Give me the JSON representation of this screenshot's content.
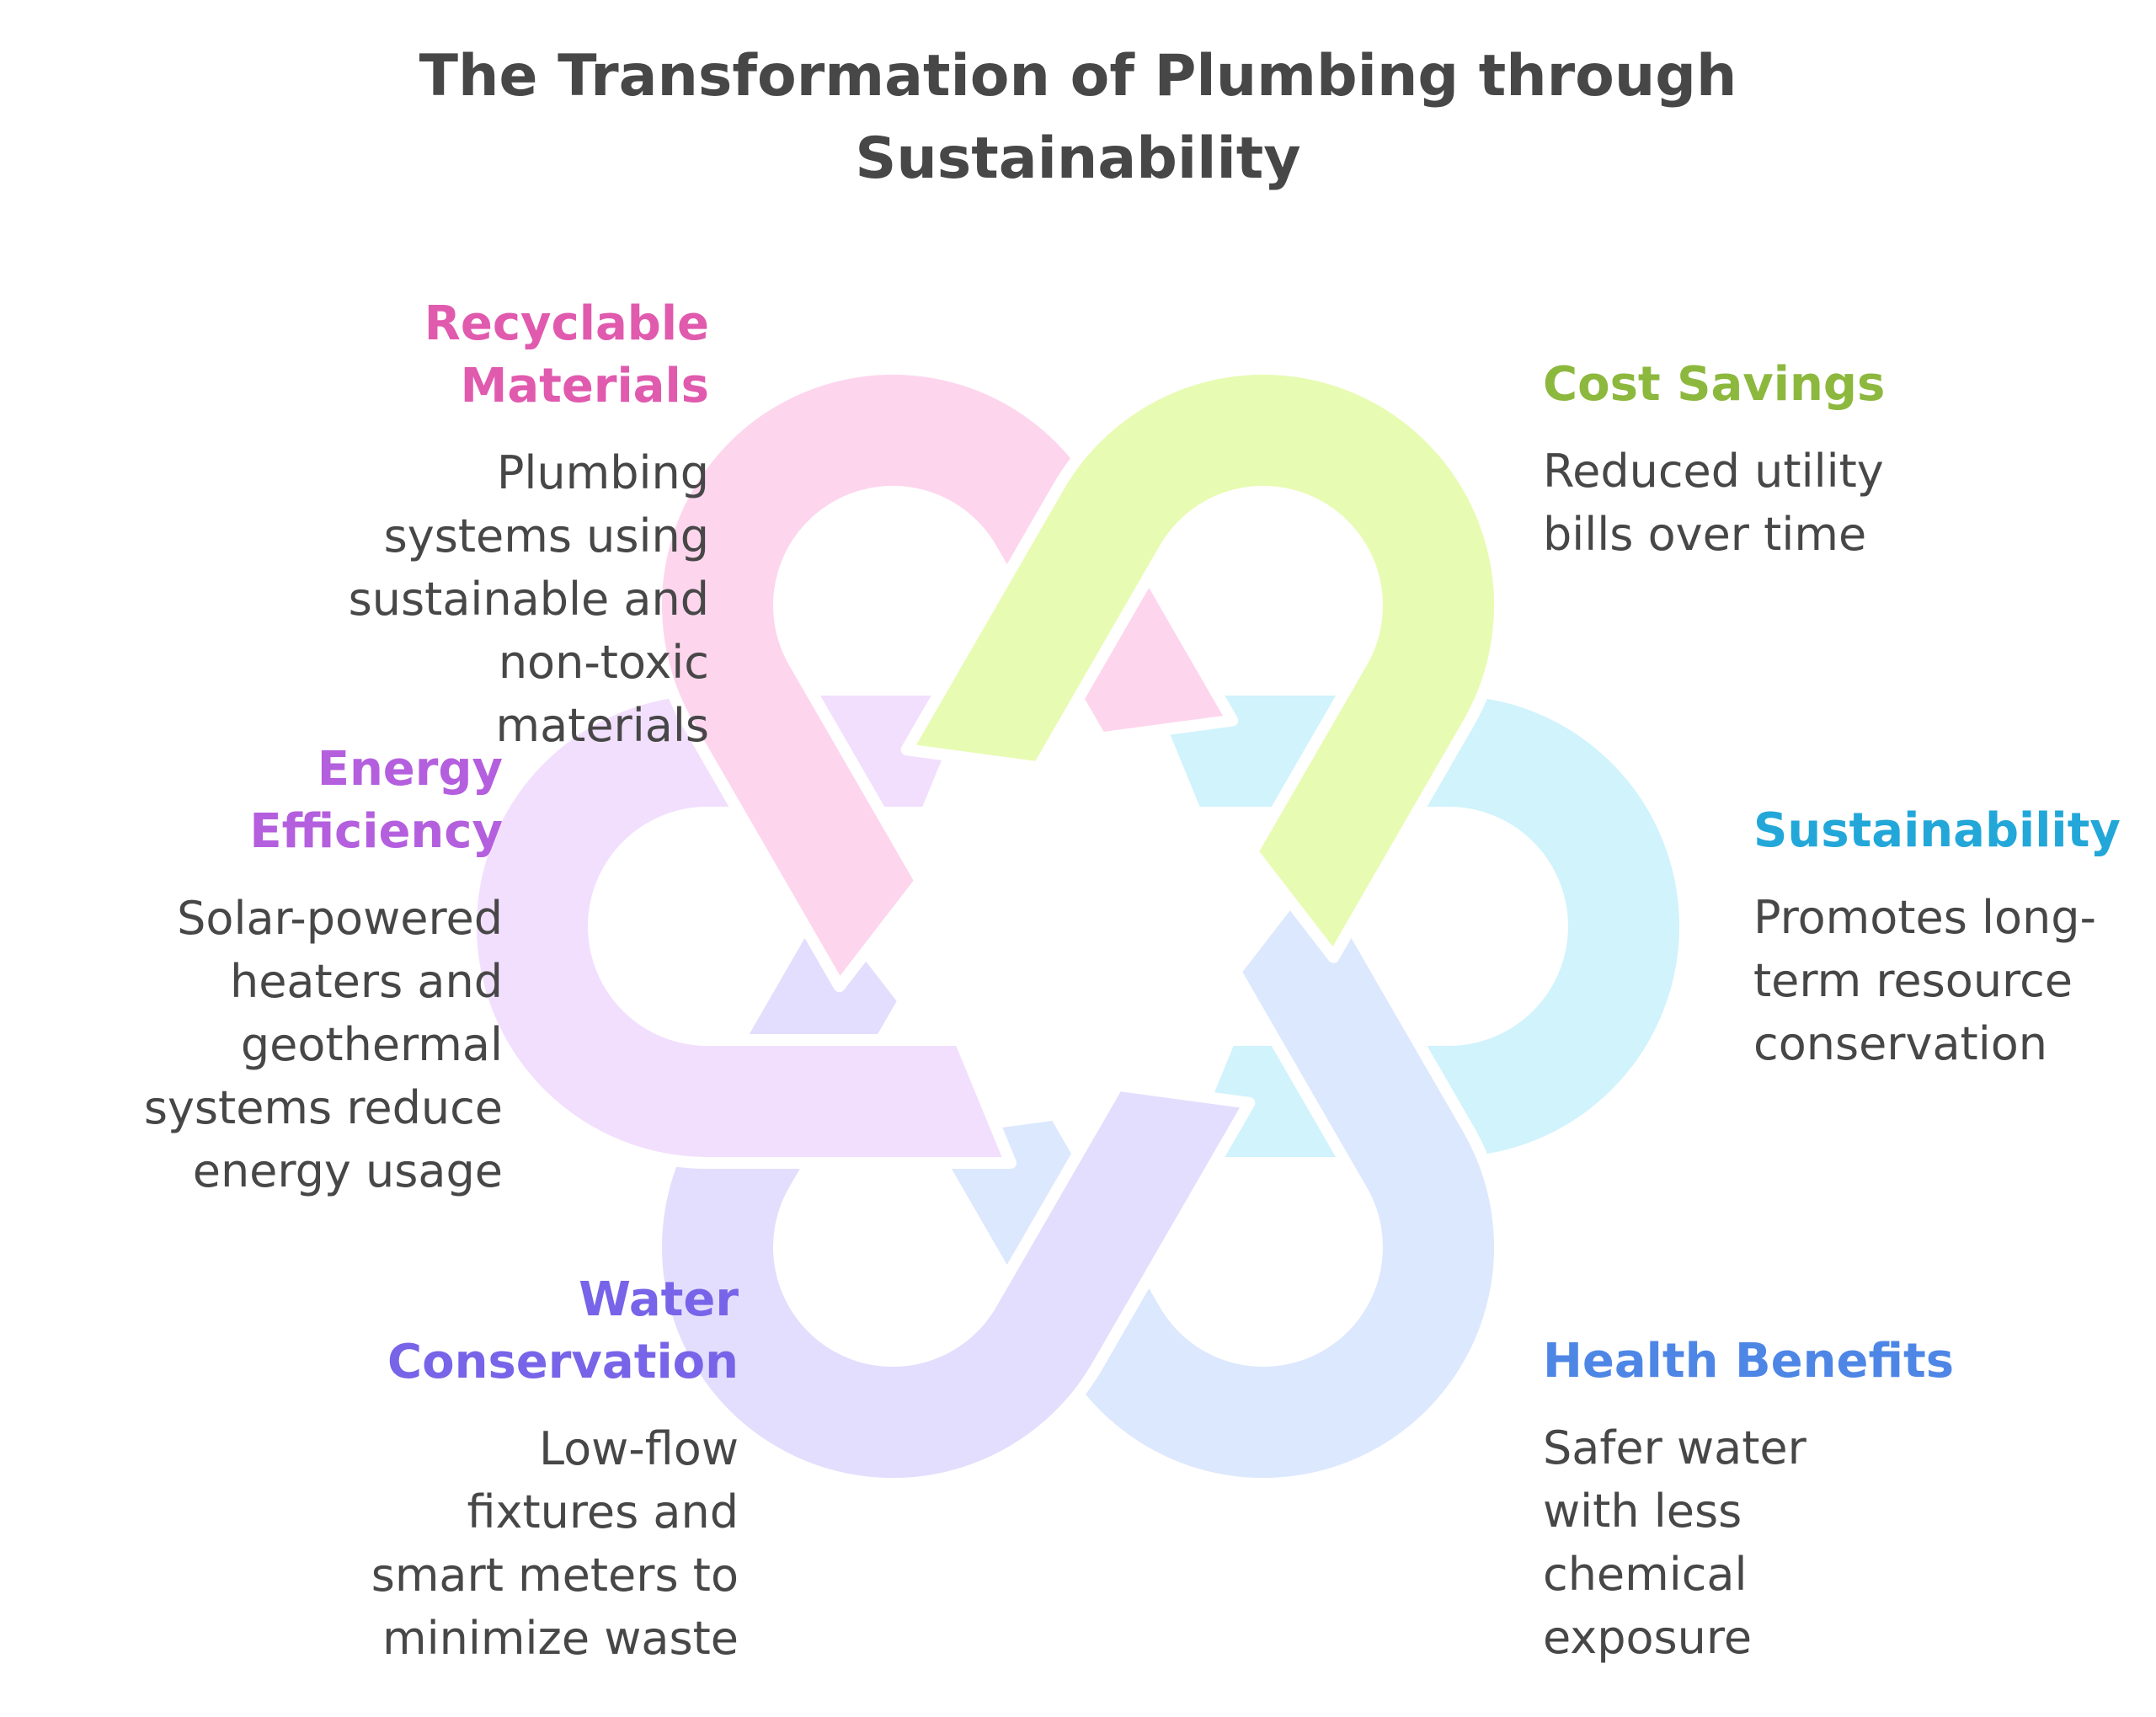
{
  "title": {
    "line1": "The Transformation of Plumbing through",
    "line2": "Sustainability"
  },
  "colors": {
    "title": "#474747",
    "text": "#474747",
    "recyclable": "#E05AAE",
    "cost": "#8DB83E",
    "energy": "#B45FDE",
    "sustainability": "#22A7D8",
    "water": "#7764E8",
    "health": "#4E86E6",
    "loop_recyclable": "#FDD6EE",
    "loop_cost": "#E8FBB3",
    "loop_energy": "#F2DFFD",
    "loop_sustainability": "#D0F3FC",
    "loop_water": "#E3DEFD",
    "loop_health": "#DCE8FD"
  },
  "items": {
    "recyclable": {
      "heading": [
        "Recyclable",
        "Materials"
      ],
      "description": [
        "Plumbing",
        "systems using",
        "sustainable and",
        "non-toxic",
        "materials"
      ]
    },
    "cost": {
      "heading": [
        "Cost Savings"
      ],
      "description": [
        "Reduced utility",
        "bills over time"
      ]
    },
    "energy": {
      "heading": [
        "Energy",
        "Efficiency"
      ],
      "description": [
        "Solar-powered",
        "heaters and",
        "geothermal",
        "systems reduce",
        "energy usage"
      ]
    },
    "sustainability": {
      "heading": [
        "Sustainability"
      ],
      "description": [
        "Promotes long-",
        "term resource",
        "conservation"
      ]
    },
    "water": {
      "heading": [
        "Water",
        "Conservation"
      ],
      "description": [
        "Low-flow",
        "fixtures and",
        "smart meters to",
        "minimize waste"
      ]
    },
    "health": {
      "heading": [
        "Health Benefits"
      ],
      "description": [
        "Safer water",
        "with less",
        "chemical",
        "exposure"
      ]
    }
  }
}
